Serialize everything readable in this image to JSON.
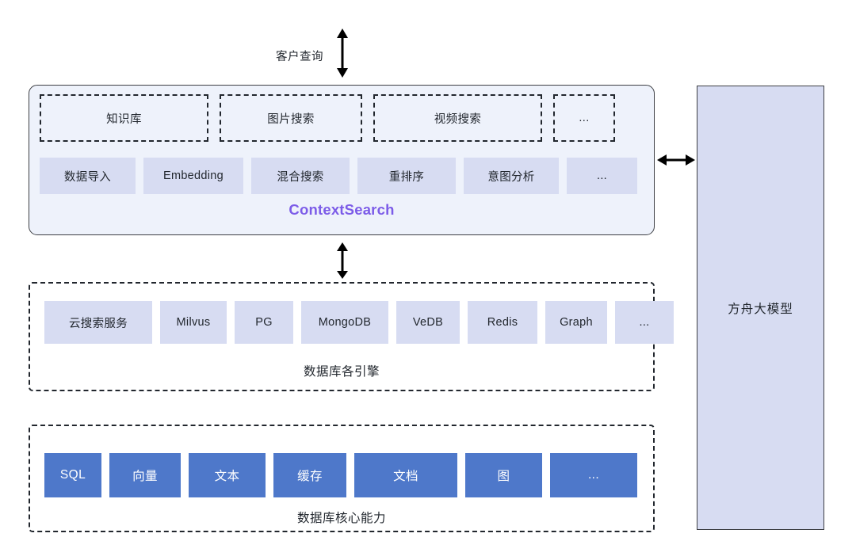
{
  "diagram": {
    "title": "ContextSearch architecture",
    "colors": {
      "accent_purple": "#7c5ce8",
      "chip_lavender": "#d7dcf2",
      "panel_bg": "#eef2fb",
      "core_blue": "#4e78ca",
      "stroke": "#22272e"
    }
  },
  "top_flow": {
    "label": "客户查询",
    "arrow": "double-vertical-arrow"
  },
  "context_search": {
    "title": "ContextSearch",
    "scenarios": [
      {
        "label": "知识库"
      },
      {
        "label": "图片搜索"
      },
      {
        "label": "视频搜索"
      },
      {
        "label": "..."
      }
    ],
    "capabilities": [
      {
        "label": "数据导入"
      },
      {
        "label": "Embedding"
      },
      {
        "label": "混合搜索"
      },
      {
        "label": "重排序"
      },
      {
        "label": "意图分析"
      },
      {
        "label": "..."
      }
    ]
  },
  "mid_flow": {
    "arrow": "double-vertical-arrow"
  },
  "engines": {
    "label": "数据库各引擎",
    "items": [
      {
        "label": "云搜索服务"
      },
      {
        "label": "Milvus"
      },
      {
        "label": "PG"
      },
      {
        "label": "MongoDB"
      },
      {
        "label": "VeDB"
      },
      {
        "label": "Redis"
      },
      {
        "label": "Graph"
      },
      {
        "label": "..."
      }
    ]
  },
  "core": {
    "label": "数据库核心能力",
    "items": [
      {
        "label": "SQL"
      },
      {
        "label": "向量"
      },
      {
        "label": "文本"
      },
      {
        "label": "缓存"
      },
      {
        "label": "文档"
      },
      {
        "label": "图"
      },
      {
        "label": "..."
      }
    ]
  },
  "side_flow": {
    "arrow": "double-horizontal-arrow"
  },
  "right_panel": {
    "label": "方舟大模型"
  }
}
